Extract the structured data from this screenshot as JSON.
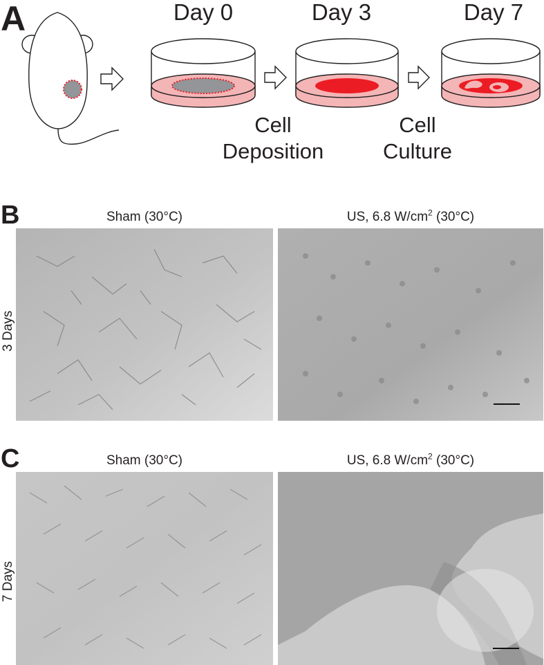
{
  "panel_a": {
    "letter": "A",
    "days": [
      "Day 0",
      "Day 3",
      "Day 7"
    ],
    "steps": [
      {
        "line1": "Cell",
        "line2": "Deposition"
      },
      {
        "line1": "Cell",
        "line2": "Culture"
      }
    ]
  },
  "panel_b": {
    "letter": "B",
    "row_label": "3 Days",
    "left_title": "Sham (30°C)",
    "right_title_main": "US, 6.8 W/cm",
    "right_title_sup": "2",
    "right_title_end": " (30°C)"
  },
  "panel_c": {
    "letter": "C",
    "row_label": "7 Days",
    "left_title": "Sham (30°C)",
    "right_title_main": "US, 6.8 W/cm",
    "right_title_sup": "2",
    "right_title_end": " (30°C)"
  },
  "colors": {
    "dish_pink": "#f4b5b6",
    "cell_red": "#ec1c24",
    "tissue_gray": "#939598",
    "dotted_red": "#ec1c24",
    "line": "#231f20"
  }
}
